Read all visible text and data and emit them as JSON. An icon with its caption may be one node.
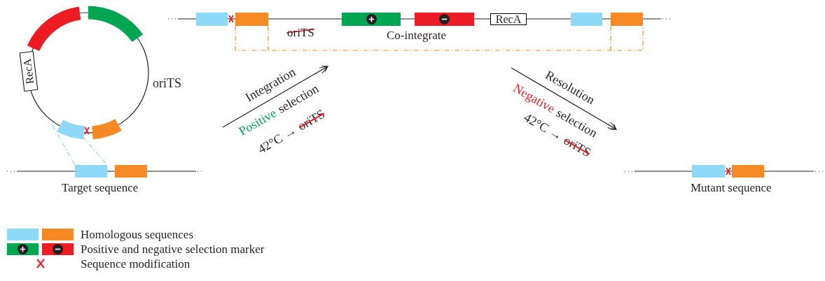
{
  "diagram": {
    "nodes": [
      {
        "text": [],
        "shape": "circle",
        "beside": [
          "oriTS"
        ]
      },
      {
        "text": [],
        "shape": "bar"
      },
      {
        "text": [],
        "shape": "bar"
      },
      {
        "text": [
          "RecA"
        ]
      },
      {
        "text": [],
        "shape": "bar"
      },
      {
        "text": [],
        "shape": "bar"
      },
      {
        "text": [
          "Target sequence"
        ]
      },
      {
        "text": [],
        "shape": "bar",
        "in": 6
      },
      {
        "text": [],
        "shape": "bar",
        "in": 6
      },
      {
        "text": [
          "oriTS",
          "Co-integrate"
        ]
      },
      {
        "text": [],
        "shape": "bar",
        "in": 9
      },
      {
        "text": [],
        "shape": "bar",
        "in": 9
      },
      {
        "text": [],
        "shape": "bar",
        "in": 9
      },
      {
        "text": [],
        "shape": "bar",
        "in": 9
      },
      {
        "text": [
          "RecA"
        ],
        "in": 9
      },
      {
        "text": [],
        "shape": "bar",
        "in": 9
      },
      {
        "text": [],
        "shape": "bar",
        "in": 9
      },
      {
        "text": [
          "Mutant sequence"
        ]
      },
      {
        "text": [],
        "shape": "bar",
        "in": 17
      },
      {
        "text": [],
        "shape": "bar",
        "in": 17
      }
    ],
    "edges": [
      {
        "from": 4,
        "to": 7,
        "arrow": "none",
        "style": "dashed",
        "color": "#8ed8f8"
      },
      {
        "from": 4,
        "to": 7,
        "arrow": "none",
        "style": "dashed",
        "color": "#8ed8f8"
      },
      {
        "from": 11,
        "to": 16,
        "arrow": "none",
        "style": "dashed",
        "color": "#f58a24"
      }
    ],
    "labels": [
      "Integration",
      "Positive",
      "selection",
      "42°C →",
      "oriTS",
      "Resolution",
      "Negative",
      "selection",
      "42°C →",
      "oriTS"
    ],
    "legend": [
      {
        "text": "Homologous sequences"
      },
      {
        "text": "Positive and negative selection marker"
      },
      {
        "text": "Sequence modification"
      }
    ]
  }
}
